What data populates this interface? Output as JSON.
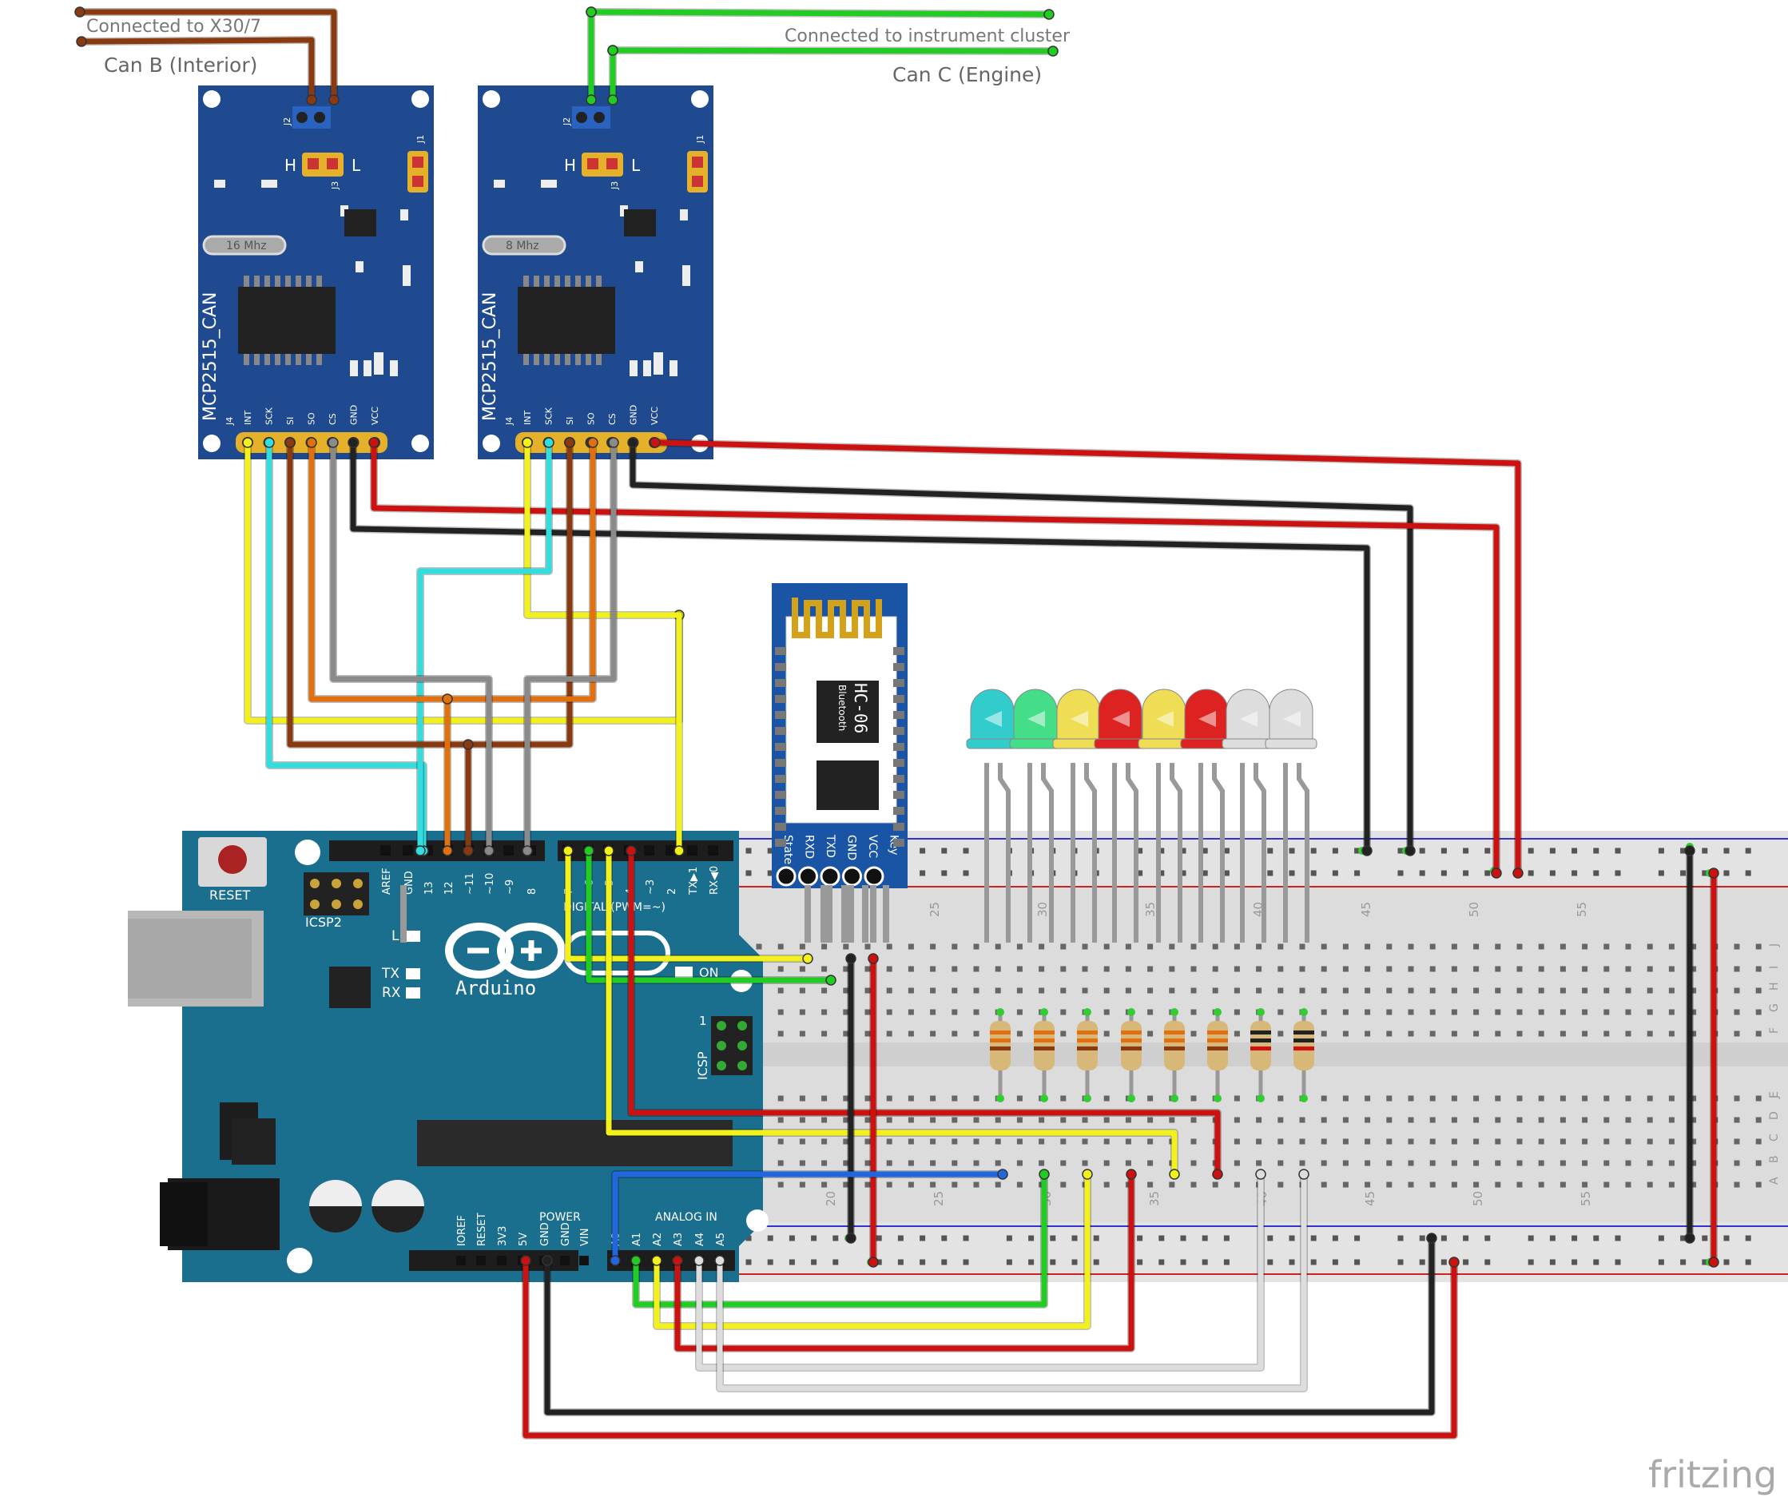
{
  "labels": {
    "connected_x30": "Connected to X30/7",
    "can_b": "Can B (Interior)",
    "connected_cluster": "Connected to instrument cluster",
    "can_c": "Can C (Engine)",
    "fritzing": "fritzing"
  },
  "can_modules": [
    {
      "name": "MCP2515_CAN",
      "crystal": "16 Mhz",
      "j2": "J2",
      "j3": "J3",
      "j1": "J1",
      "j4": "J4",
      "h": "H",
      "l": "L",
      "pins": [
        "INT",
        "SCK",
        "SI",
        "SO",
        "CS",
        "GND",
        "VCC"
      ]
    },
    {
      "name": "MCP2515_CAN",
      "crystal": "8 Mhz",
      "j2": "J2",
      "j3": "J3",
      "j1": "J1",
      "j4": "J4",
      "h": "H",
      "l": "L",
      "pins": [
        "INT",
        "SCK",
        "SI",
        "SO",
        "CS",
        "GND",
        "VCC"
      ]
    }
  ],
  "bluetooth": {
    "name": "HC-06",
    "subtitle": "Bluetooth",
    "pins": [
      "State",
      "RXD",
      "TXD",
      "GND",
      "VCC",
      "Key"
    ]
  },
  "arduino": {
    "brand": "Arduino",
    "reset": "RESET",
    "icsp2": "ICSP2",
    "icsp": "ICSP",
    "icsp_num": "1",
    "led_l": "L",
    "led_tx": "TX",
    "led_rx": "RX",
    "on": "ON",
    "digital": "DIGITAL (PWM=~)",
    "power": "POWER",
    "analog_in": "ANALOG IN",
    "digital_pins": [
      "AREF",
      "GND",
      "13",
      "12",
      "~11",
      "~10",
      "~9",
      "8",
      "7",
      "~6",
      "~5",
      "4",
      "~3",
      "2",
      "TX▶1",
      "RX◀0"
    ],
    "power_pins": [
      "IOREF",
      "RESET",
      "3V3",
      "5V",
      "GND",
      "GND",
      "VIN"
    ],
    "analog_pins": [
      "A0",
      "A1",
      "A2",
      "A3",
      "A4",
      "A5"
    ]
  },
  "breadboard": {
    "col_numbers_top": [
      "25",
      "30",
      "35",
      "40",
      "45",
      "50",
      "55"
    ],
    "col_numbers_bottom": [
      "20",
      "25",
      "30",
      "35",
      "40",
      "45",
      "50",
      "55"
    ],
    "rows_top": [
      "J",
      "I",
      "H",
      "G",
      "F"
    ],
    "rows_bottom": [
      "E",
      "D",
      "C",
      "B",
      "A"
    ]
  },
  "leds": [
    {
      "color": "cyan",
      "hex": "#33cccc"
    },
    {
      "color": "green",
      "hex": "#44dd88"
    },
    {
      "color": "yellow",
      "hex": "#eedd55"
    },
    {
      "color": "red",
      "hex": "#dd2222"
    },
    {
      "color": "yellow",
      "hex": "#eedd55"
    },
    {
      "color": "red",
      "hex": "#dd2222"
    },
    {
      "color": "white",
      "hex": "#dddddd"
    },
    {
      "color": "white",
      "hex": "#dddddd"
    }
  ],
  "colors": {
    "board_blue": "#1f4a8f",
    "arduino_teal": "#1a6e8e",
    "wire_red": "#cc1111",
    "wire_black": "#222222",
    "wire_yellow": "#f2f21a",
    "wire_cyan": "#33dddd",
    "wire_orange": "#e07010",
    "wire_brown": "#8a3a10",
    "wire_gray": "#8a8a8a",
    "wire_green": "#22cc22",
    "wire_blue": "#2266dd"
  }
}
